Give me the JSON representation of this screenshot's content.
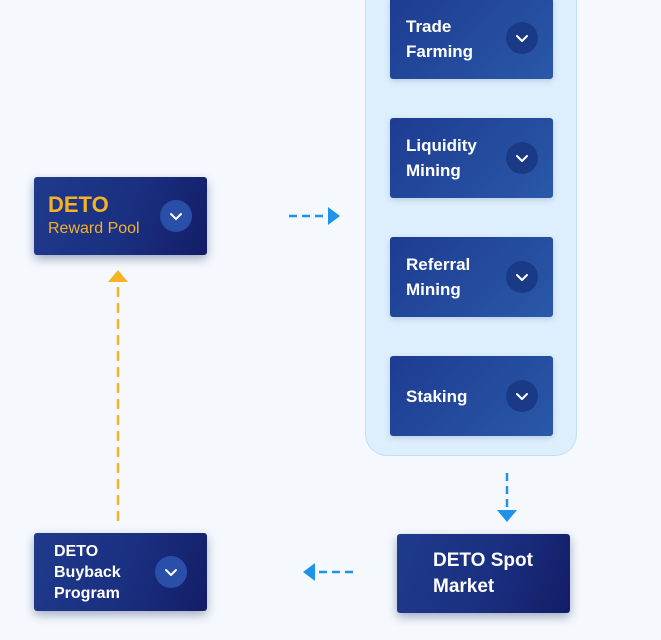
{
  "reward_pool": {
    "title": "DETO",
    "subtitle": "Reward Pool"
  },
  "mining_cards": [
    {
      "label": "Trade\nFarming"
    },
    {
      "label": "Liquidity\nMining"
    },
    {
      "label": "Referral\nMining"
    },
    {
      "label": "Staking"
    }
  ],
  "spot_market": {
    "label": "DETO Spot\nMarket"
  },
  "buyback": {
    "label": "DETO\nBuyback\nProgram"
  },
  "colors": {
    "card_blue": "#1d3c91",
    "accent_gold": "#f7b125",
    "arrow_blue": "#1f93ea",
    "panel_bg": "#ddeffc"
  },
  "icons": {
    "expand": "chevron-down-icon"
  }
}
